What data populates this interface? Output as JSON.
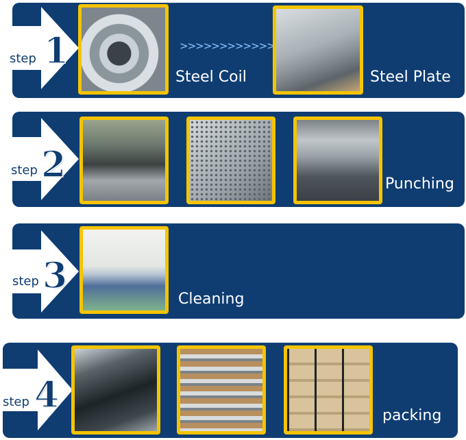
{
  "steps": [
    {
      "word": "step",
      "number": "1",
      "labels": [
        "Steel Coil",
        "Steel Plate"
      ],
      "connector": ">>>>>>>>>>>>"
    },
    {
      "word": "step",
      "number": "2",
      "labels": [
        "Punching"
      ]
    },
    {
      "word": "step",
      "number": "3",
      "labels": [
        "Cleaning"
      ]
    },
    {
      "word": "step",
      "number": "4",
      "labels": [
        "packing"
      ]
    }
  ],
  "colors": {
    "panel": "#0f3d72",
    "frame": "#f5c400",
    "text": "#ffffff"
  }
}
